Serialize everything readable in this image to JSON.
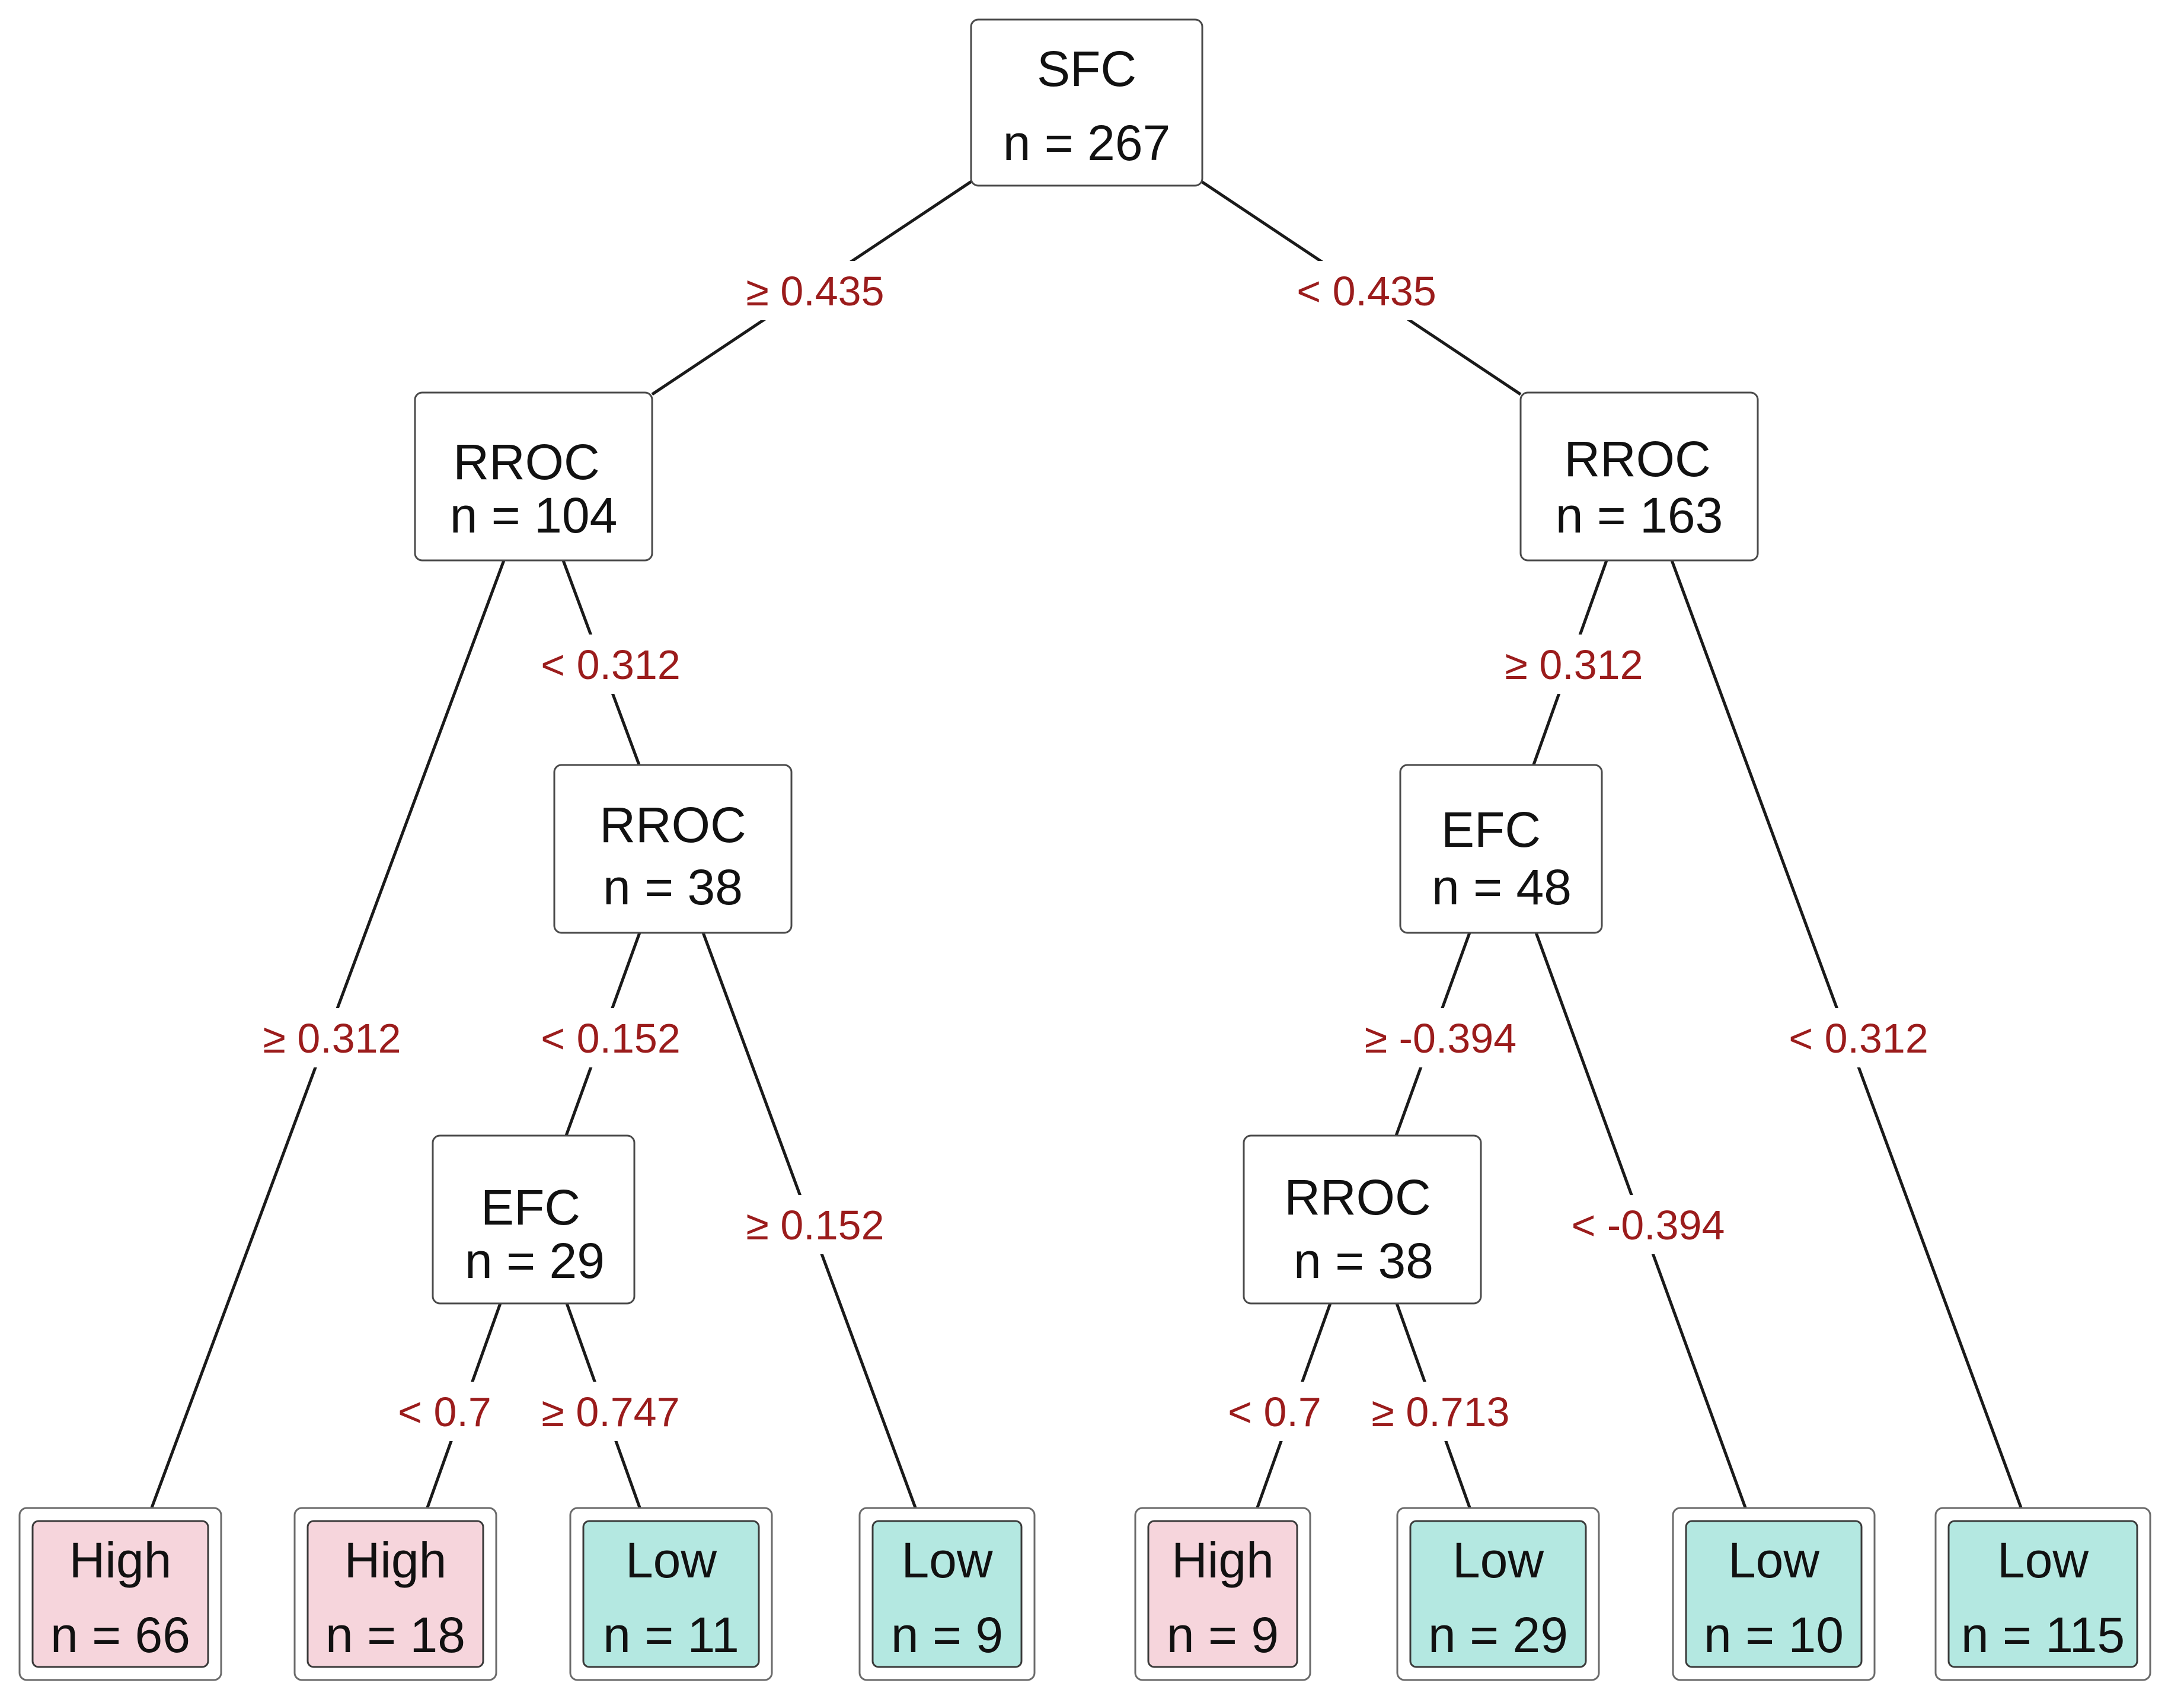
{
  "colors": {
    "edge_label": "#9b1c1c",
    "high_fill": "#f6d5dc",
    "low_fill": "#b4e8e1"
  },
  "nodes": {
    "root": {
      "var": "SFC",
      "n": "n = 267"
    },
    "l": {
      "var": "RROC",
      "n": "n = 104"
    },
    "r": {
      "var": "RROC",
      "n": "n = 163"
    },
    "lr": {
      "var": "RROC",
      "n": "n = 38"
    },
    "rl": {
      "var": "EFC",
      "n": "n = 48"
    },
    "lrl": {
      "var": "EFC",
      "n": "n = 29"
    },
    "rll": {
      "var": "RROC",
      "n": "n = 38"
    }
  },
  "leaves": [
    {
      "class": "High",
      "n": "n = 66"
    },
    {
      "class": "High",
      "n": "n = 18"
    },
    {
      "class": "Low",
      "n": "n = 11"
    },
    {
      "class": "Low",
      "n": "n = 9"
    },
    {
      "class": "High",
      "n": "n = 9"
    },
    {
      "class": "Low",
      "n": "n = 29"
    },
    {
      "class": "Low",
      "n": "n = 10"
    },
    {
      "class": "Low",
      "n": "n = 115"
    }
  ],
  "edges": {
    "root_l": "≥ 0.435",
    "root_r": "< 0.435",
    "l_leaf1": "≥ 0.312",
    "l_lr": "< 0.312",
    "lr_lrl": "< 0.152",
    "lr_leaf4": "≥ 0.152",
    "lrl_leaf2": "< 0.7",
    "lrl_leaf3": "≥ 0.747",
    "r_rl": "≥ 0.312",
    "r_leaf8": "< 0.312",
    "rl_rll": "≥ -0.394",
    "rl_leaf7": "< -0.394",
    "rll_leaf5": "< 0.7",
    "rll_leaf6": "≥ 0.713"
  }
}
